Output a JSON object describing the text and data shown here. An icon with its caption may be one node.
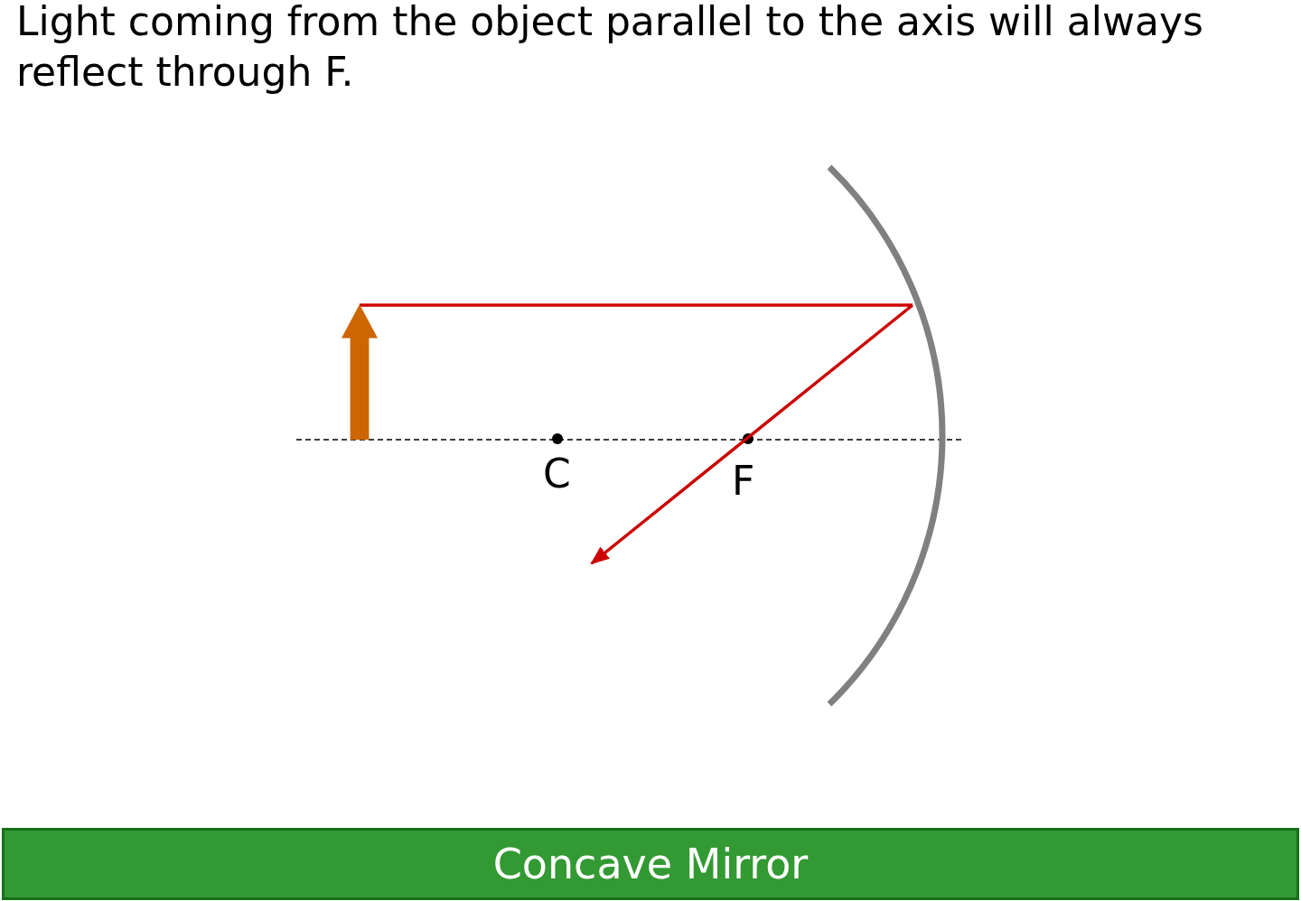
{
  "diagram": {
    "title": "Light coming from the object parallel to the axis will always reflect through F.",
    "nodes": [
      {
        "text": [],
        "shape": "arrow"
      },
      {
        "text": [],
        "shape": "arc"
      },
      {
        "text": [
          "Concave Mirror"
        ]
      }
    ],
    "edges": [
      {
        "from": 0,
        "to": 1,
        "arrow": "none"
      },
      {
        "from": 1,
        "to": null,
        "arrow": "to"
      }
    ],
    "labels": [
      "C",
      "F"
    ]
  }
}
